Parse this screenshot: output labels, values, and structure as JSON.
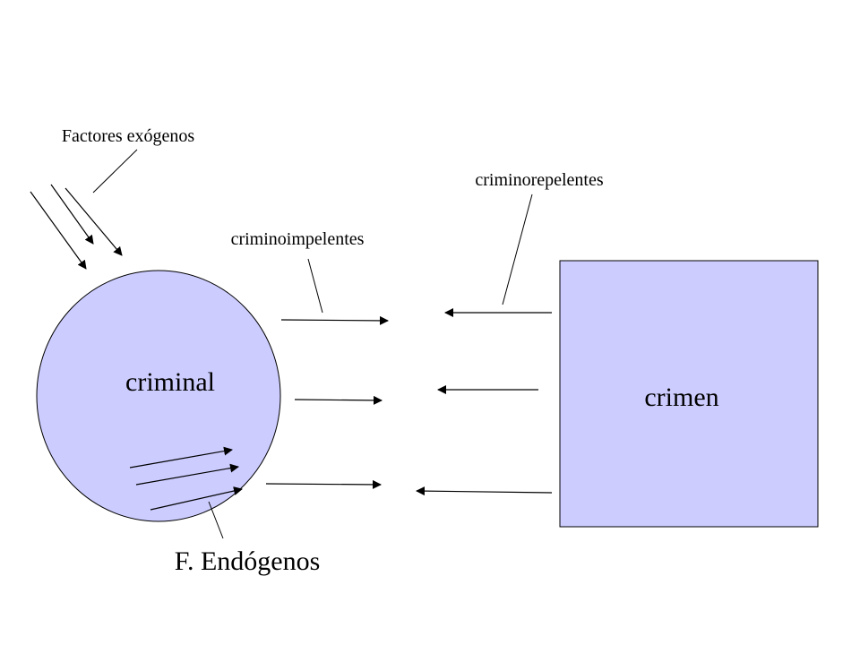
{
  "diagram": {
    "labels": {
      "exogenous_factors": "Factores exógenos",
      "impellers": "criminoimpelentes",
      "repellers": "criminorepelentes",
      "criminal": "criminal",
      "crime": "crimen",
      "endogenous_factors": "F. Endógenos"
    },
    "colors": {
      "shape_fill": "#ccccff",
      "stroke": "#000000",
      "background": "#ffffff"
    }
  }
}
